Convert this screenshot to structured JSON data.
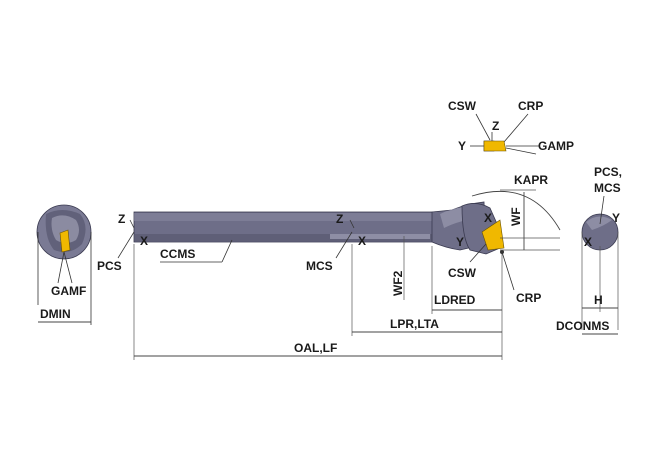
{
  "colors": {
    "body": "#6e6e88",
    "body_dark": "#55556c",
    "body_light": "#8a8aa2",
    "insert": "#f0b800",
    "line": "#444444",
    "text": "#1a1a1a"
  },
  "labels": {
    "csw_top": "CSW",
    "crp_top": "CRP",
    "z_top": "Z",
    "y_top": "Y",
    "gamp": "GAMP",
    "kapr": "KAPR",
    "wf": "WF",
    "pcs_mcs_line1": "PCS,",
    "pcs_mcs_line2": "MCS",
    "right_y": "Y",
    "right_x": "X",
    "shank_z_left": "Z",
    "shank_x_left": "X",
    "shank_z_mid": "Z",
    "shank_x_mid": "X",
    "head_x": "X",
    "head_y": "Y",
    "pcs": "PCS",
    "ccms": "CCMS",
    "mcs": "MCS",
    "wf2": "WF2",
    "csw_bottom": "CSW",
    "crp_bottom": "CRP",
    "ldred": "LDRED",
    "lpr_lta": "LPR,LTA",
    "oal_lf": "OAL,LF",
    "gamf": "GAMF",
    "dmin": "DMIN",
    "h": "H",
    "dconms": "DCONMS"
  }
}
